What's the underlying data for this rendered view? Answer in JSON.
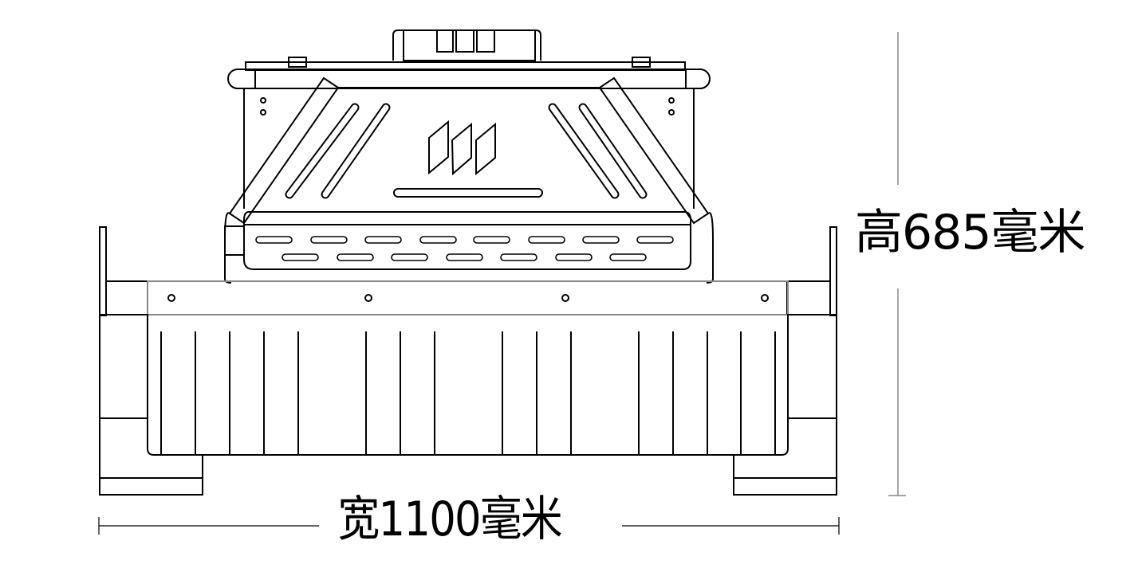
{
  "drawing": {
    "subject": "tracked mower front view line drawing",
    "colors": {
      "line": "#000000",
      "dimension_line": "#888888",
      "background": "#ffffff"
    }
  },
  "dimensions": {
    "height": {
      "label": "高685毫米",
      "prefix": "高",
      "value": 685,
      "unit": "毫米"
    },
    "width": {
      "label": "宽1100毫米",
      "prefix": "宽",
      "value": 1100,
      "unit": "毫米"
    }
  }
}
